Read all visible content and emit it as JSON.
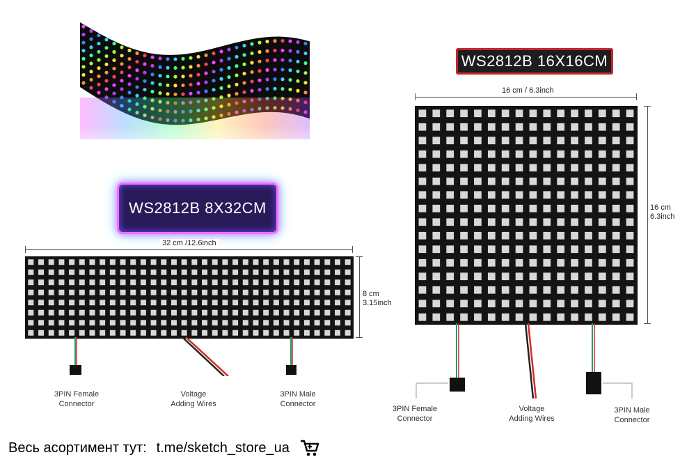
{
  "title_small": "WS2812B 8X32CM",
  "title_big": "WS2812B 16X16CM",
  "panel_small": {
    "width_label": "32 cm /12.6inch",
    "height_label_cm": "8 cm",
    "height_label_inch": "3.15inch",
    "rows": 8,
    "cols": 32,
    "connectors": {
      "female": [
        "3PIN Female",
        "Connector"
      ],
      "wires": [
        "Voltage",
        "Adding Wires"
      ],
      "male": [
        "3PIN Male",
        "Connector"
      ]
    }
  },
  "panel_big": {
    "width_label": "16 cm / 6.3inch",
    "height_label_cm": "16 cm",
    "height_label_inch": "6.3inch",
    "rows": 16,
    "cols": 16,
    "connectors": {
      "female": [
        "3PIN Female",
        "Connector"
      ],
      "wires": [
        "Voltage",
        "Adding Wires"
      ],
      "male": [
        "3PIN Male",
        "Connector"
      ]
    }
  },
  "footer": {
    "prefix": "Весь асортимент тут:",
    "link": "t.me/sketch_store_ua",
    "icon": "cart-icon"
  },
  "colors": {
    "pcb": "#141414",
    "led_body": "#d8d8d8",
    "wire_red": "#d42a2a",
    "wire_green": "#2b9a6a",
    "wire_white": "#eeeeee"
  }
}
